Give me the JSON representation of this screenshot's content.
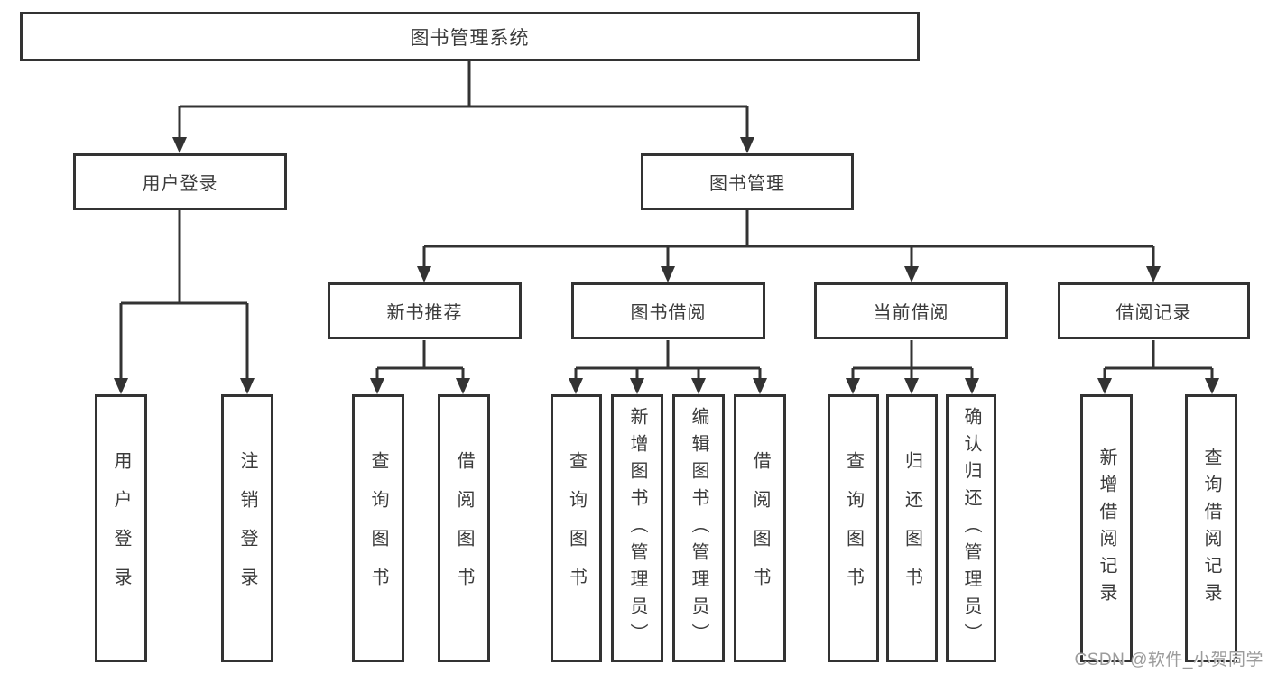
{
  "tree": {
    "root": "图书管理系统",
    "children": [
      {
        "label": "用户登录",
        "children": [
          {
            "label": "用户登录"
          },
          {
            "label": "注销登录"
          }
        ]
      },
      {
        "label": "图书管理",
        "children": [
          {
            "label": "新书推荐",
            "children": [
              {
                "label": "查询图书"
              },
              {
                "label": "借阅图书"
              }
            ]
          },
          {
            "label": "图书借阅",
            "children": [
              {
                "label": "查询图书"
              },
              {
                "label": "新增图书（管理员）"
              },
              {
                "label": "编辑图书（管理员）"
              },
              {
                "label": "借阅图书"
              }
            ]
          },
          {
            "label": "当前借阅",
            "children": [
              {
                "label": "查询图书"
              },
              {
                "label": "归还图书"
              },
              {
                "label": "确认归还（管理员）"
              }
            ]
          },
          {
            "label": "借阅记录",
            "children": [
              {
                "label": "新增借阅记录"
              },
              {
                "label": "查询借阅记录"
              }
            ]
          }
        ]
      }
    ]
  },
  "watermark": {
    "text": "CSDN @软件_小贺同学"
  },
  "colors": {
    "line": "#333333",
    "text": "#3b3b3b",
    "background": "#ffffff",
    "watermark": "#9c9c9c"
  }
}
